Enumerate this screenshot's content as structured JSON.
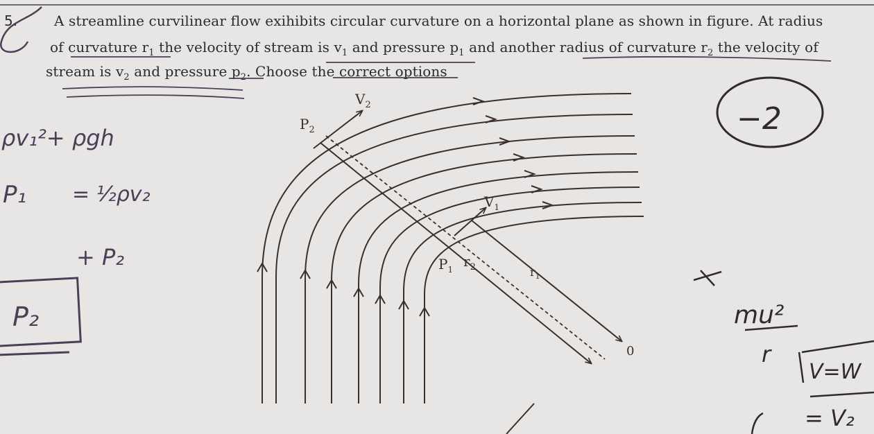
{
  "question": {
    "number": "5.",
    "line1": "A streamline curvilinear flow exihibits circular curvature on a horizontal plane as shown in figure. At radius",
    "line2_a": "of curvature r",
    "line2_sub1": "1",
    "line2_b": " the velocity of stream is v",
    "line2_sub2": "1",
    "line2_c": " and pressure p",
    "line2_sub3": "1",
    "line2_d": " and another radius of curvature r",
    "line2_sub4": "2",
    "line2_e": " the velocity of",
    "line3_a": "stream is v",
    "line3_sub1": "2",
    "line3_b": " and pressure p",
    "line3_sub2": "2",
    "line3_c": ". Choose the correct options"
  },
  "figure_labels": {
    "v2": "V",
    "v2_sub": "2",
    "p2": "P",
    "p2_sub": "2",
    "v1": "V",
    "v1_sub": "1",
    "p1": "P",
    "p1_sub": "1",
    "r2": "r",
    "r2_sub": "2",
    "r1": "r",
    "r1_sub": "1",
    "origin": "0"
  },
  "handwritten": {
    "eq_line1": "ρv₁²+ ρgh",
    "eq_line1_sup": "2",
    "p1": "P₁",
    "eq_equals": "= ½ρv₂",
    "plus_p2": "+ P₂",
    "boxed": "P₂",
    "circled": "−2",
    "formula_top": "mu²",
    "formula_bottom": "r",
    "v_eq": "V=W",
    "v2_bottom": "= V₂"
  },
  "colors": {
    "ink": "#3b2f2a",
    "pen": "#4a3f57",
    "paper": "#e7e6e4"
  }
}
